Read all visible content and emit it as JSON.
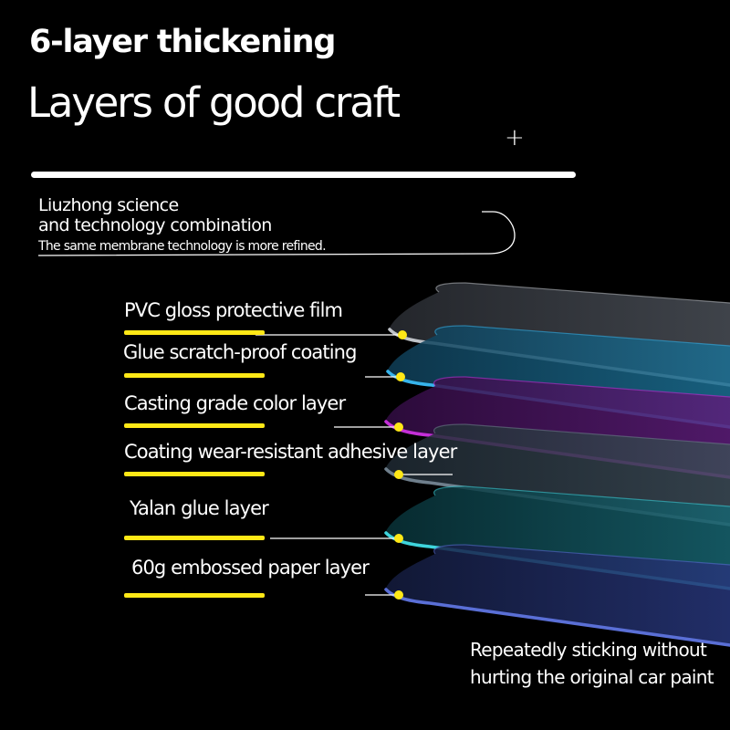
{
  "header": {
    "title": "6-layer thickening",
    "subtitle": "Layers of good craft"
  },
  "intro": {
    "line1": "Liuzhong science",
    "line2": "and technology combination",
    "line3": "The same membrane technology is more refined."
  },
  "layers": [
    {
      "label": "PVC gloss protective film",
      "color": "#bfc3c8"
    },
    {
      "label": "Glue scratch-proof coating",
      "color": "#36b4ec"
    },
    {
      "label": "Casting grade color layer",
      "color": "#c42fd8"
    },
    {
      "label": "Coating wear-resistant adhesive layer",
      "color": "#6f7f8c"
    },
    {
      "label": "Yalan glue layer",
      "color": "#3ed4dc"
    },
    {
      "label": "60g embossed paper layer",
      "color": "#5a6fd6"
    }
  ],
  "accent_color": "#ffe816",
  "footer": {
    "line1": "Repeatedly sticking without",
    "line2": "hurting the original car paint"
  }
}
